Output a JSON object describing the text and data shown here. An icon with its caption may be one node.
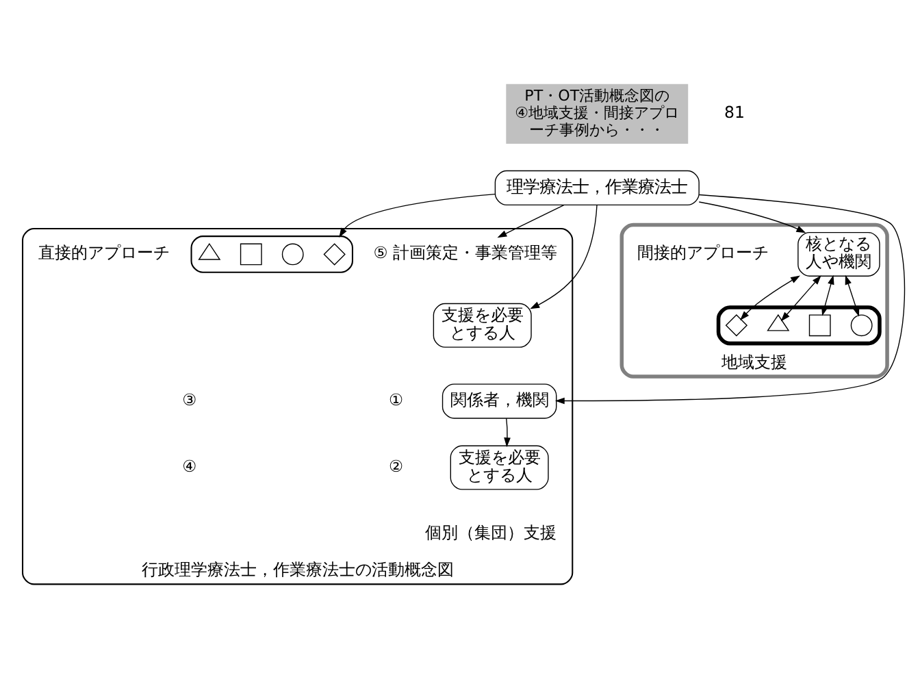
{
  "diagram": {
    "nodes": [
      {
        "text": [
          "理学療法士，作業療法士"
        ]
      },
      {
        "text": [
          "行政理学療法士，作業療法士の活動概念図"
        ]
      },
      {
        "text": [
          "⑤ 計画策定・事業管理等"
        ],
        "in": 1
      },
      {
        "text": [
          "支援を必要とする人"
        ],
        "in": 1
      },
      {
        "text": [],
        "shape": "box",
        "in": 1
      },
      {
        "text": [],
        "shape": "diamond",
        "in": 4
      },
      {
        "text": [],
        "shape": "circle",
        "in": 4
      },
      {
        "text": [],
        "shape": "box",
        "in": 4
      },
      {
        "text": [],
        "shape": "triangle",
        "in": 4
      },
      {
        "text": [
          "関係者，機関"
        ],
        "in": 1
      },
      {
        "text": [
          "支援を必要とする人"
        ],
        "in": 1
      },
      {
        "text": [
          "地域支援"
        ]
      },
      {
        "text": [
          "核となる人や機関"
        ],
        "in": 11
      },
      {
        "text": [],
        "shape": "box",
        "in": 11
      },
      {
        "text": [],
        "shape": "circle",
        "in": 13
      },
      {
        "text": [],
        "shape": "box",
        "in": 13
      },
      {
        "text": [],
        "shape": "triangle",
        "in": 13
      },
      {
        "text": [],
        "shape": "diamond",
        "in": 13
      }
    ],
    "edges": [
      {
        "from": 0,
        "to": 2,
        "arrow": "to"
      },
      {
        "from": 0,
        "to": 9,
        "arrow": "to"
      },
      {
        "from": 0,
        "to": 3,
        "arrow": "to"
      },
      {
        "from": 0,
        "to": 4,
        "arrow": "to"
      },
      {
        "from": 0,
        "to": 12,
        "arrow": "to"
      },
      {
        "from": 9,
        "to": 10,
        "arrow": "to"
      },
      {
        "from": 12,
        "to": 14,
        "arrow": "both"
      },
      {
        "from": 12,
        "to": 15,
        "arrow": "both"
      },
      {
        "from": 12,
        "to": 16,
        "arrow": "both"
      },
      {
        "from": 12,
        "to": 17,
        "arrow": "both"
      }
    ],
    "labels": [
      "PT・OT活動概念図の④地域支援・間接アプローチ事例から・・・",
      "直接的アプローチ",
      "①",
      "③",
      "②",
      "④",
      "間接的アプローチ",
      "個別（集団）支援",
      "81"
    ]
  }
}
